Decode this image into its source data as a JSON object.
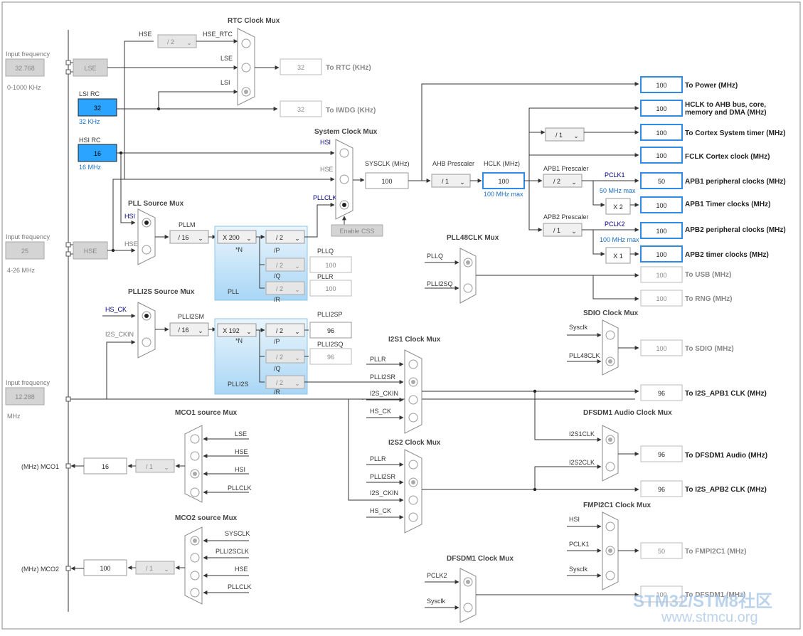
{
  "left": {
    "input_freq_label": "Input frequency",
    "lse_input": "32.768",
    "lse_range": "0-1000 KHz",
    "hse_input": "25",
    "hse_range": "4-26 MHz",
    "i2s_input": "12.288",
    "i2s_unit": "MHz",
    "lse_label": "LSE",
    "hse_label": "HSE",
    "lsi_rc_label": "LSI RC",
    "lsi_value": "32",
    "lsi_unit": "32 KHz",
    "hsi_rc_label": "HSI RC",
    "hsi_value": "16",
    "hsi_unit": "16 MHz"
  },
  "rtc": {
    "title": "RTC Clock Mux",
    "hse_label": "HSE",
    "div": "/ 2",
    "hse_rtc": "HSE_RTC",
    "lse": "LSE",
    "lsi": "LSI",
    "rtc_value": "32",
    "rtc_label": "To RTC (KHz)",
    "iwdg_value": "32",
    "iwdg_label": "To IWDG (KHz)"
  },
  "sysmux": {
    "title": "System Clock Mux",
    "hsi": "HSI",
    "hse": "HSE",
    "pllclk": "PLLCLK",
    "enable_css": "Enable CSS",
    "sysclk_label": "SYSCLK (MHz)",
    "sysclk_value": "100",
    "ahb_label": "AHB Prescaler",
    "ahb_div": "/ 1",
    "hclk_label": "HCLK (MHz)",
    "hclk_value": "100",
    "hclk_max": "100 MHz max",
    "apb1_label": "APB1 Prescaler",
    "apb1_div": "/ 2",
    "pclk1": "PCLK1",
    "pclk1_max": "50 MHz max",
    "apb2_label": "APB2 Prescaler",
    "apb2_div": "/ 1",
    "pclk2": "PCLK2",
    "pclk2_max": "100 MHz max",
    "cortex_div": "/ 1",
    "x2": "X 2",
    "x1": "X 1"
  },
  "outputs": [
    {
      "value": "100",
      "label": "To Power (MHz)",
      "label2": "",
      "style": "blue"
    },
    {
      "value": "100",
      "label": "HCLK to AHB bus, core,",
      "label2": "memory and DMA (MHz)",
      "style": "blue"
    },
    {
      "value": "100",
      "label": "To Cortex System timer (MHz)",
      "label2": "",
      "style": "blue"
    },
    {
      "value": "100",
      "label": "FCLK Cortex clock (MHz)",
      "label2": "",
      "style": "blue"
    },
    {
      "value": "50",
      "label": "APB1 peripheral clocks (MHz)",
      "label2": "",
      "style": "blue"
    },
    {
      "value": "100",
      "label": "APB1 Timer clocks (MHz)",
      "label2": "",
      "style": "blue"
    },
    {
      "value": "100",
      "label": "APB2 peripheral clocks (MHz)",
      "label2": "",
      "style": "blue"
    },
    {
      "value": "100",
      "label": "APB2 timer clocks (MHz)",
      "label2": "",
      "style": "blue"
    },
    {
      "value": "100",
      "label": "To USB (MHz)",
      "label2": "",
      "style": "grey"
    },
    {
      "value": "100",
      "label": "To RNG (MHz)",
      "label2": "",
      "style": "grey"
    }
  ],
  "pll": {
    "src_title": "PLL Source Mux",
    "hsi": "HSI",
    "hse": "HSE",
    "pllm_label": "PLLM",
    "pllm": "/ 16",
    "n": "X 200",
    "n_label": "*N",
    "p": "/ 2",
    "p_label": "/P",
    "q": "/ 2",
    "q_label": "/Q",
    "r": "/ 2",
    "r_label": "/R",
    "block_label": "PLL",
    "pllq_label": "PLLQ",
    "pllq_value": "100",
    "pllr_label": "PLLR",
    "pllr_value": "100"
  },
  "pll48": {
    "title": "PLL48CLK Mux",
    "pllq": "PLLQ",
    "plli2sq": "PLLI2SQ"
  },
  "plli2s": {
    "src_title": "PLLI2S Source Mux",
    "hs_ck": "HS_CK",
    "i2s_ckin": "I2S_CKIN",
    "m_label": "PLLI2SM",
    "m": "/ 16",
    "n": "X 192",
    "n_label": "*N",
    "p": "/ 2",
    "p_label": "/P",
    "q": "/ 2",
    "q_label": "/Q",
    "r": "/ 2",
    "r_label": "/R",
    "block_label": "PLLI2S",
    "p_out_label": "PLLI2SP",
    "p_out_value": "96",
    "q_out_label": "PLLI2SQ",
    "q_out_value": "96"
  },
  "i2s1": {
    "title": "I2S1 Clock Mux",
    "in1": "PLLR",
    "in2": "PLLI2SR",
    "in3": "I2S_CKIN",
    "in4": "HS_CK"
  },
  "i2s2": {
    "title": "I2S2 Clock Mux",
    "in1": "PLLR",
    "in2": "PLLI2SR",
    "in3": "I2S_CKIN",
    "in4": "HS_CK"
  },
  "sdio": {
    "title": "SDIO Clock Mux",
    "in1": "Sysclk",
    "in2": "PLL48CLK",
    "value": "100",
    "label": "To SDIO (MHz)"
  },
  "i2s_apb1": {
    "value": "96",
    "label": "To I2S_APB1 CLK (MHz)"
  },
  "dfsdm1_audio": {
    "title": "DFSDM1 Audio Clock Mux",
    "in1": "I2S1CLK",
    "in2": "I2S2CLK",
    "value": "96",
    "label": "To DFSDM1 Audio (MHz)"
  },
  "i2s_apb2": {
    "value": "96",
    "label": "To I2S_APB2 CLK (MHz)"
  },
  "fmpi2c1": {
    "title": "FMPI2C1 Clock Mux",
    "in1": "HSI",
    "in2": "PCLK1",
    "in3": "Sysclk",
    "value": "50",
    "label": "To FMPI2C1 (MHz)"
  },
  "dfsdm1": {
    "title": "DFSDM1 Clock Mux",
    "in1": "PCLK2",
    "in2": "Sysclk",
    "value": "100",
    "label": "To DFSDM1 (MHz)"
  },
  "mco1": {
    "title": "MCO1 source Mux",
    "in1": "LSE",
    "in2": "HSE",
    "in3": "HSI",
    "in4": "PLLCLK",
    "div": "/ 1",
    "value": "16",
    "pin": "(MHz) MCO1"
  },
  "mco2": {
    "title": "MCO2 source Mux",
    "in1": "SYSCLK",
    "in2": "PLLI2SCLK",
    "in3": "HSE",
    "in4": "PLLCLK",
    "div": "/ 1",
    "value": "100",
    "pin": "(MHz) MCO2"
  },
  "watermark": {
    "line1": "STM32/STM8社区",
    "line2": "www.stmcu.org"
  }
}
